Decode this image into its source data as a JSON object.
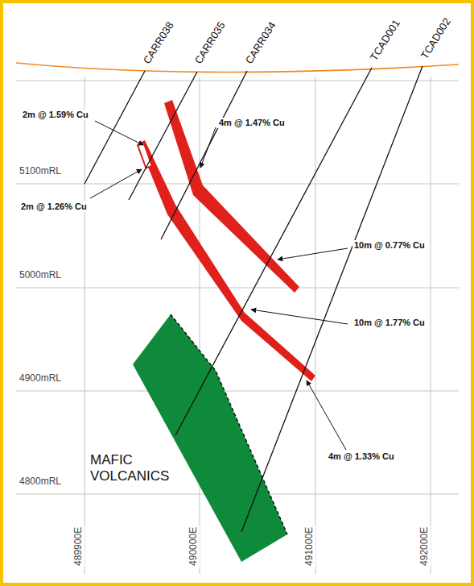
{
  "diagram": {
    "labels": [
      "CARR038",
      "CARR035",
      "CARR034",
      "TCAD001",
      "TCAD002",
      "2m @ 1.59% Cu",
      "4m @ 1.47% Cu",
      "2m @ 1.26% Cu",
      "5100mRL",
      "10m @ 0.77% Cu",
      "5000mRL",
      "10m @ 1.77% Cu",
      "4900mRL",
      "MAFIC VOLCANICS",
      "4m @ 1.33% Cu",
      "4800mRL",
      "489900E",
      "490000E",
      "491000E",
      "492000E"
    ]
  }
}
